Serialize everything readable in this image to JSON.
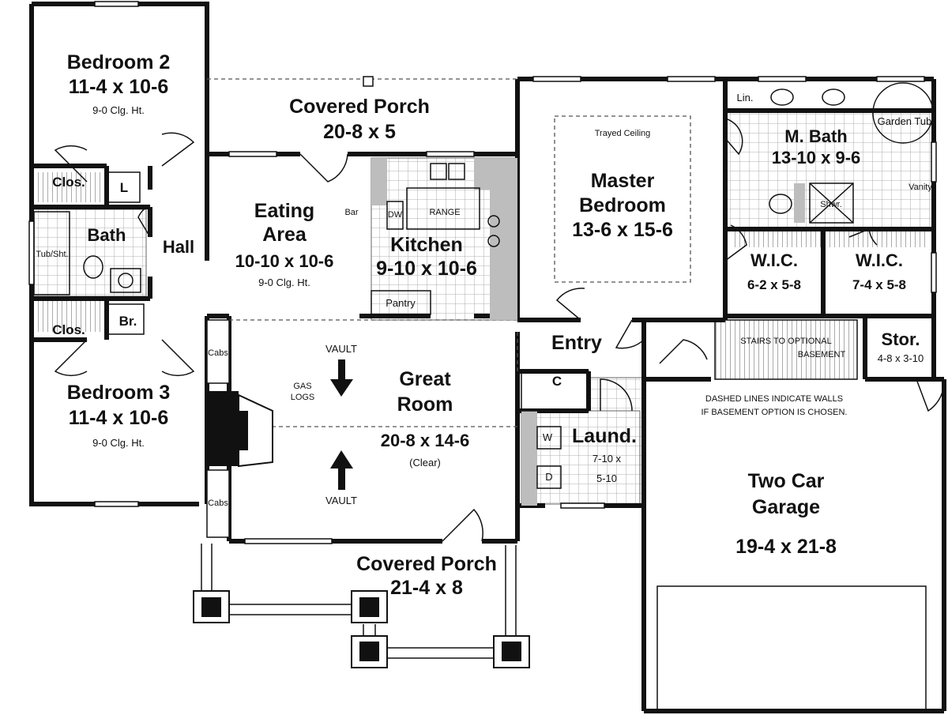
{
  "rooms": {
    "bedroom2": {
      "name": "Bedroom 2",
      "size": "11-4 x 10-6",
      "note": "9-0 Clg. Ht."
    },
    "covered_porch_rear": {
      "name": "Covered Porch",
      "size": "20-8 x 5"
    },
    "master_bedroom": {
      "name_line1": "Master",
      "name_line2": "Bedroom",
      "size": "13-6 x 15-6",
      "trayed": "Trayed Ceiling"
    },
    "m_bath": {
      "name": "M. Bath",
      "size": "13-10 x 9-6",
      "lin": "Lin.",
      "tub": "Garden Tub",
      "shwr": "Shwr.",
      "vanity": "Vanity"
    },
    "clos_top": {
      "name": "Clos."
    },
    "l_closet": {
      "name": "L"
    },
    "bath": {
      "name": "Bath",
      "tub": "Tub/Sht."
    },
    "hall": {
      "name": "Hall"
    },
    "eating": {
      "name_line1": "Eating",
      "name_line2": "Area",
      "size": "10-10 x 10-6",
      "note": "9-0 Clg. Ht.",
      "bar": "Bar"
    },
    "kitchen": {
      "name": "Kitchen",
      "size": "9-10 x 10-6",
      "range": "RANGE",
      "dw": "DW",
      "pantry": "Pantry"
    },
    "wic1": {
      "name": "W.I.C.",
      "size": "6-2 x 5-8"
    },
    "wic2": {
      "name": "W.I.C.",
      "size": "7-4 x 5-8"
    },
    "clos_bottom": {
      "name": "Clos."
    },
    "br": {
      "name": "Br."
    },
    "entry": {
      "name": "Entry",
      "c": "C"
    },
    "stairs": {
      "line1": "STAIRS TO OPTIONAL",
      "line2": "BASEMENT"
    },
    "stor": {
      "name": "Stor.",
      "size": "4-8 x 3-10"
    },
    "bedroom3": {
      "name": "Bedroom 3",
      "size": "11-4 x 10-6",
      "note": "9-0 Clg. Ht."
    },
    "great_room": {
      "name_line1": "Great",
      "name_line2": "Room",
      "size": "20-8 x 14-6",
      "clear": "(Clear)",
      "vault": "VAULT",
      "gas_line1": "GAS",
      "gas_line2": "LOGS",
      "cabs": "Cabs"
    },
    "laund": {
      "name": "Laund.",
      "size_line1": "7-10 x",
      "size_line2": "5-10",
      "w": "W",
      "d": "D"
    },
    "garage": {
      "line1": "Two Car",
      "line2": "Garage",
      "size": "19-4 x 21-8",
      "note_line1": "DASHED LINES INDICATE WALLS",
      "note_line2": "IF BASEMENT OPTION IS CHOSEN."
    },
    "covered_porch_front": {
      "name": "Covered Porch",
      "size": "21-4 x 8"
    }
  }
}
